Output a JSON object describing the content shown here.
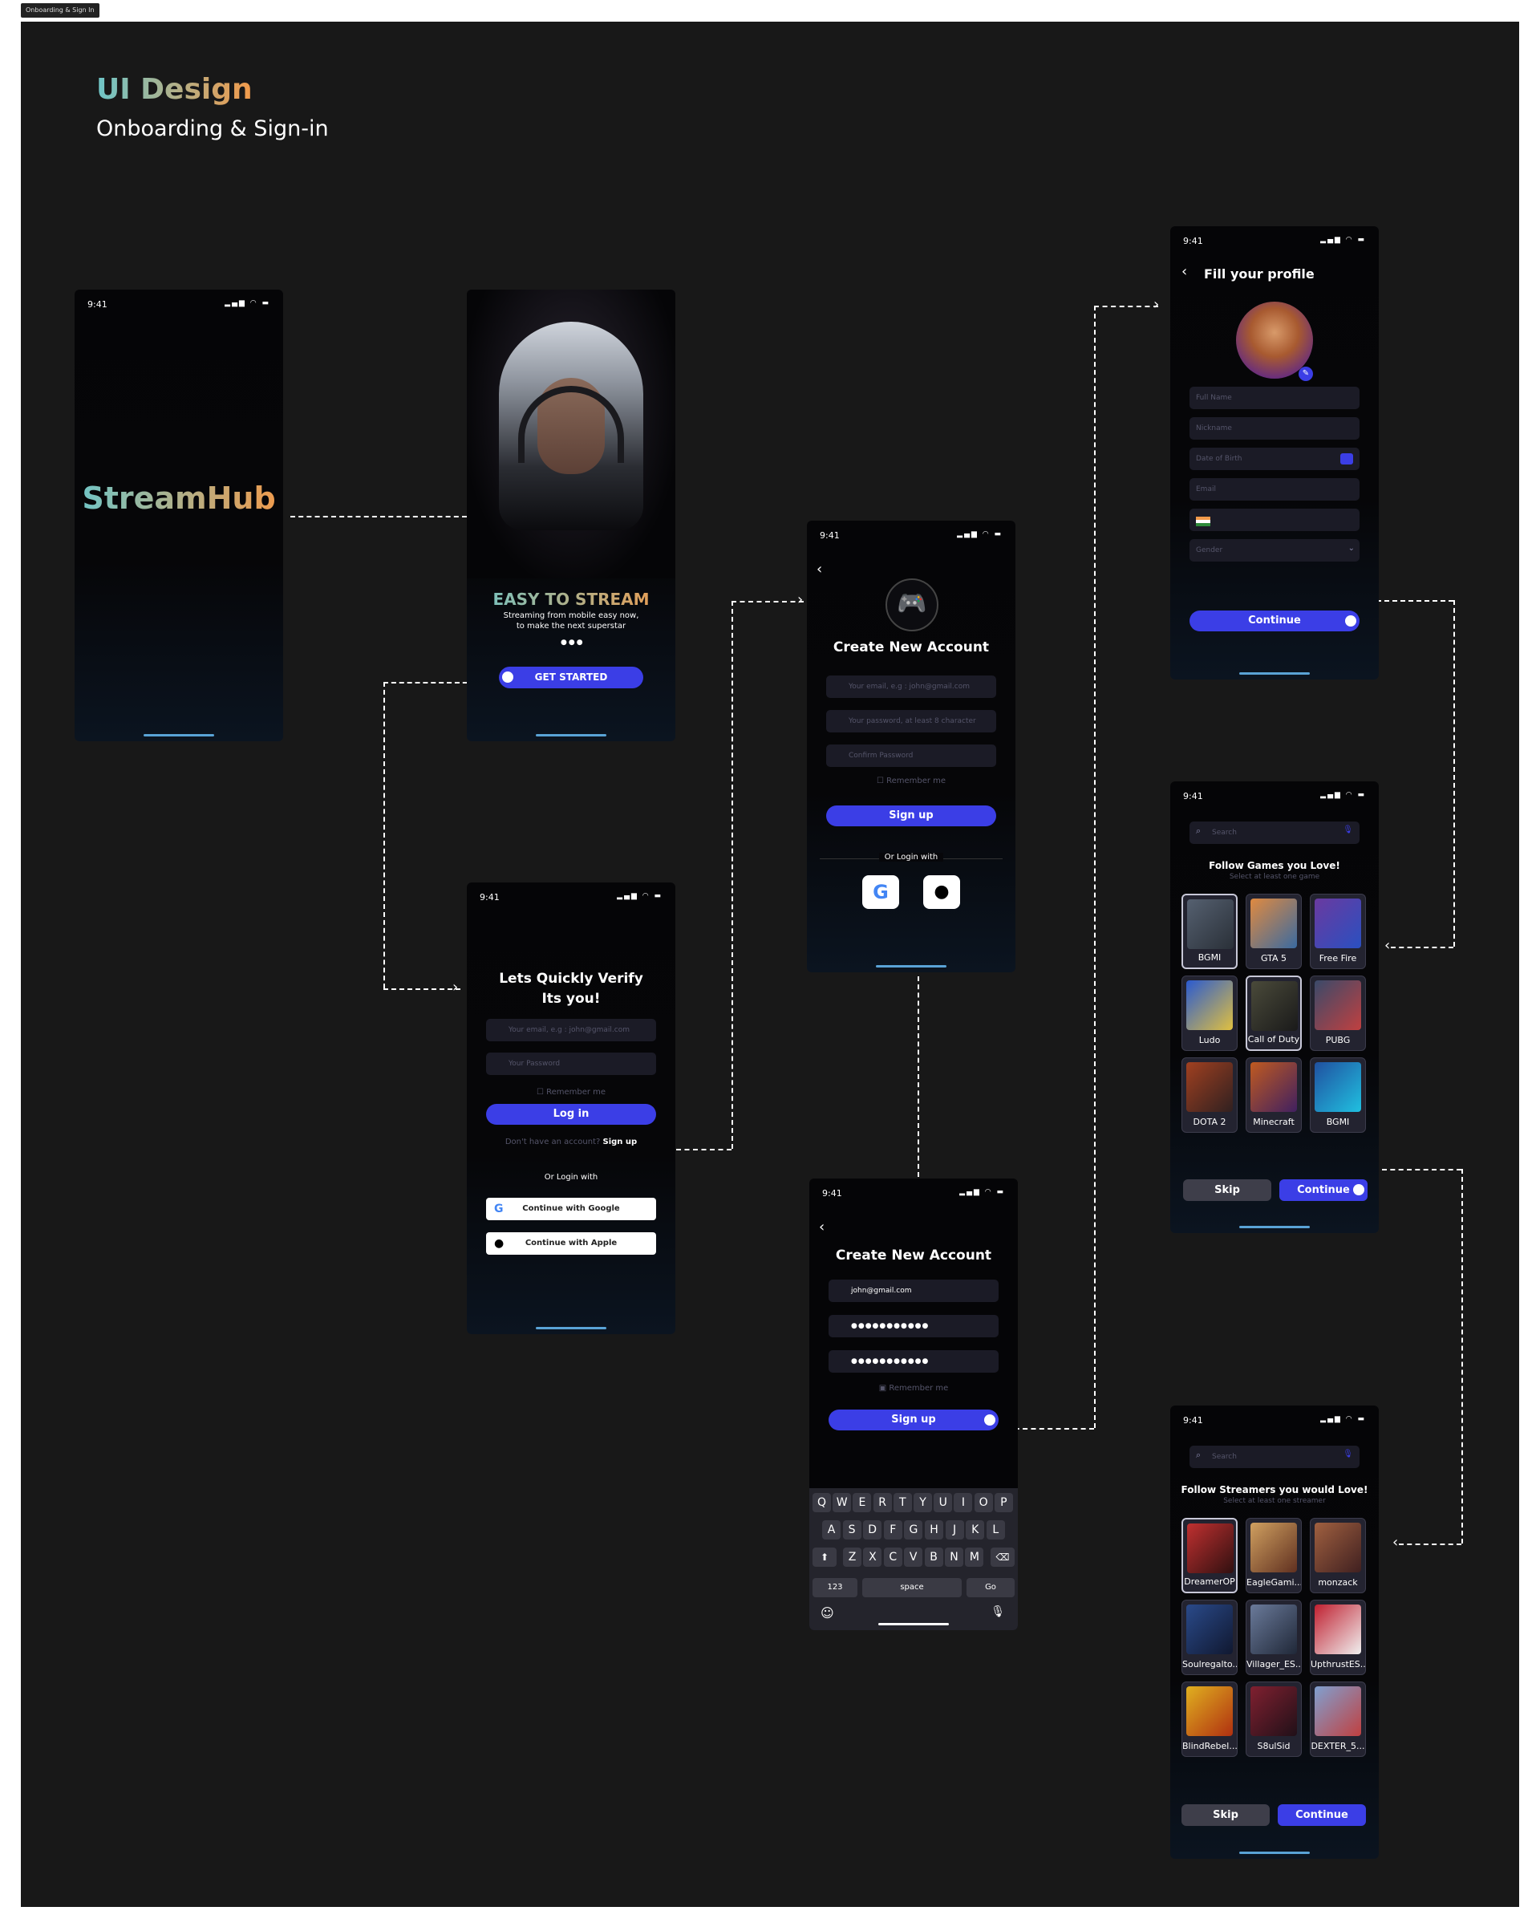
{
  "frame_tag": "Onboarding & Sign In",
  "header": {
    "title": "UI Design",
    "subtitle": "Onboarding & Sign-in"
  },
  "status_time": "9:41",
  "status_icons": "▂▄▆ ◠ ▬",
  "splash": {
    "logo": "StreamHub"
  },
  "onboarding": {
    "title": "EASY TO STREAM",
    "body_line1": "Streaming from mobile easy now,",
    "body_line2": "to make the next superstar",
    "cta": "GET STARTED"
  },
  "login": {
    "title_line1": "Lets Quickly Verify",
    "title_line2": "Its you!",
    "email_placeholder": "Your email, e.g : john@gmail.com",
    "password_placeholder": "Your Password",
    "remember": "☐ Remember me",
    "login_btn": "Log in",
    "no_account": "Don't have an account?",
    "signup_link": "Sign up",
    "or_login": "Or Login with",
    "google": "Continue with Google",
    "apple": "Continue with Apple"
  },
  "signup": {
    "title": "Create New Account",
    "email_placeholder": "Your email, e.g : john@gmail.com",
    "password_placeholder": "Your password, at least 8 character",
    "confirm_placeholder": "Confirm Password",
    "remember": "☐ Remember me",
    "signup_btn": "Sign up",
    "or_login": "Or Login with"
  },
  "signup_filled": {
    "title": "Create New Account",
    "email_value": "john@gmail.com",
    "password_value": "●●●●●●●●●●●",
    "confirm_value": "●●●●●●●●●●●",
    "remember": "▣ Remember me",
    "signup_btn": "Sign up",
    "keyboard_row1": [
      "Q",
      "W",
      "E",
      "R",
      "T",
      "Y",
      "U",
      "I",
      "O",
      "P"
    ],
    "keyboard_row2": [
      "A",
      "S",
      "D",
      "F",
      "G",
      "H",
      "J",
      "K",
      "L"
    ],
    "keyboard_row3": [
      "Z",
      "X",
      "C",
      "V",
      "B",
      "N",
      "M"
    ],
    "key_123": "123",
    "key_space": "space",
    "key_go": "Go"
  },
  "profile": {
    "title": "Fill your profile",
    "full_name": "Full Name",
    "nickname": "Nickname",
    "dob": "Date of Birth",
    "email": "Email",
    "gender": "Gender",
    "continue_btn": "Continue"
  },
  "games": {
    "search_placeholder": "Search",
    "title": "Follow Games you Love!",
    "subtitle": "Select at least one game",
    "items": [
      "BGMI",
      "GTA 5",
      "Free Fire",
      "Ludo",
      "Call of Duty",
      "PUBG",
      "DOTA 2",
      "Minecraft",
      "BGMI"
    ],
    "skip": "Skip",
    "continue_btn": "Continue"
  },
  "streamers": {
    "search_placeholder": "Search",
    "title": "Follow Streamers you would Love!",
    "subtitle": "Select at least one streamer",
    "items": [
      "DreamerOP",
      "EagleGami...",
      "monzack",
      "Soulregalto...",
      "Villager_ES...",
      "UpthrustES...",
      "BlindRebel...",
      "S8ulSid",
      "DEXTER_5..."
    ],
    "skip": "Skip",
    "continue_btn": "Continue"
  },
  "colors": {
    "accent": "#3b3ee6",
    "background": "#181818",
    "phone_bg": "#050507",
    "title_teal": "#6ec6c9",
    "title_orange": "#f29a4a"
  }
}
